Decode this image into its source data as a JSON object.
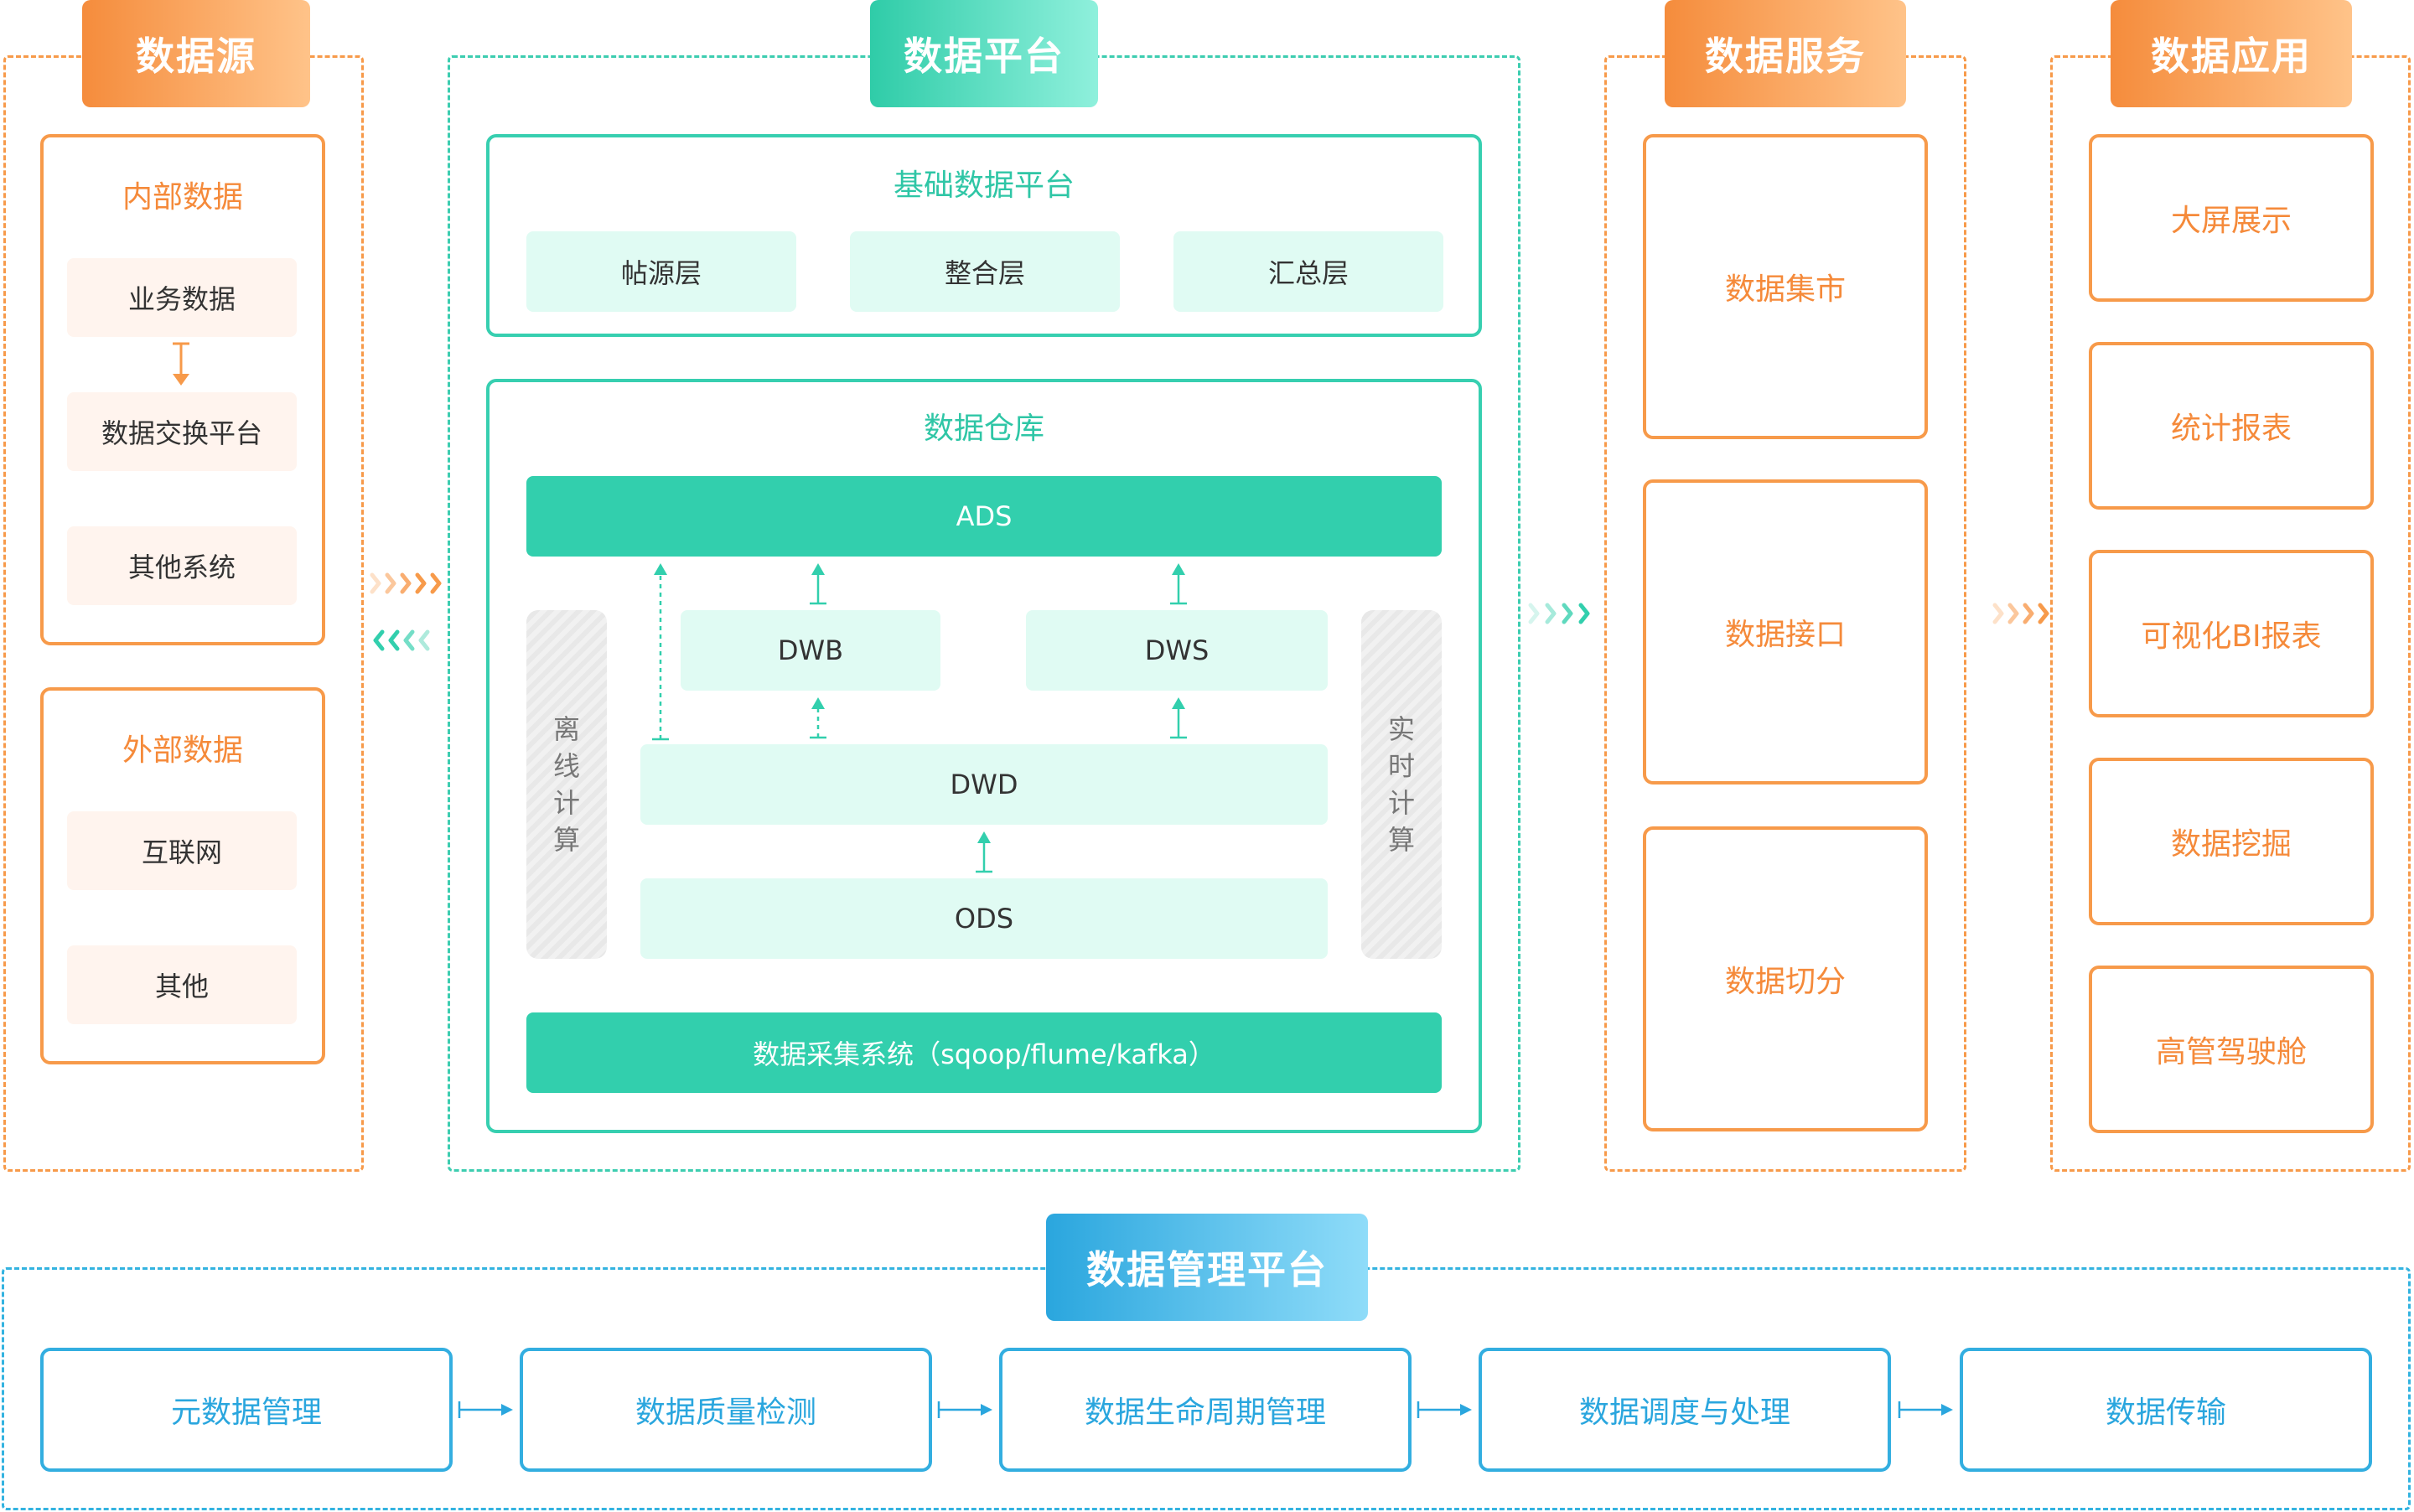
{
  "colors": {
    "orange": "#f79a4a",
    "green": "#32cfad",
    "blue": "#2aa6de",
    "mint": "#e0fbf3",
    "peach": "#fff4ee"
  },
  "sources": {
    "title": "数据源",
    "internal": {
      "title": "内部数据",
      "items": [
        "业务数据",
        "数据交换平台",
        "其他系统"
      ]
    },
    "external": {
      "title": "外部数据",
      "items": [
        "互联网",
        "其他"
      ]
    }
  },
  "platform": {
    "title": "数据平台",
    "base": {
      "title": "基础数据平台",
      "items": [
        "帖源层",
        "整合层",
        "汇总层"
      ]
    },
    "warehouse": {
      "title": "数据仓库",
      "ads": "ADS",
      "dwb": "DWB",
      "dws": "DWS",
      "dwd": "DWD",
      "ods": "ODS",
      "offline": [
        "离",
        "线",
        "计",
        "算"
      ],
      "realtime": [
        "实",
        "时",
        "计",
        "算"
      ],
      "collect": "数据采集系统（sqoop/flume/kafka）"
    }
  },
  "services": {
    "title": "数据服务",
    "items": [
      "数据集市",
      "数据接口",
      "数据切分"
    ]
  },
  "apps": {
    "title": "数据应用",
    "items": [
      "大屏展示",
      "统计报表",
      "可视化BI报表",
      "数据挖掘",
      "高管驾驶舱"
    ]
  },
  "management": {
    "title": "数据管理平台",
    "items": [
      "元数据管理",
      "数据质量检测",
      "数据生命周期管理",
      "数据调度与处理",
      "数据传输"
    ]
  }
}
